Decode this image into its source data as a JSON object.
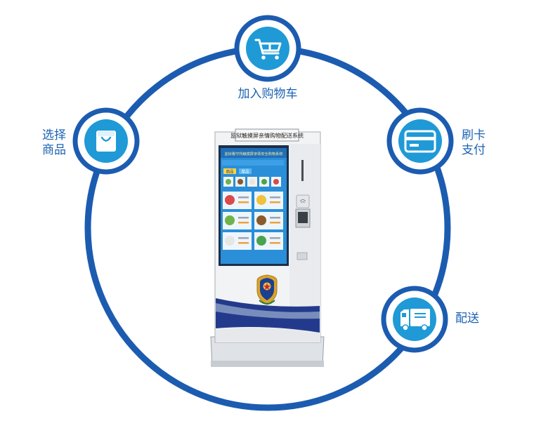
{
  "colors": {
    "ring": "#1c5cb0",
    "node_fill": "#1f9ad6",
    "label": "#1c63b3",
    "kiosk_body": "#f2f3f5",
    "kiosk_wave": "#233a8c",
    "screen_bg": "#2a8fd8"
  },
  "steps": {
    "select": {
      "line1": "选择",
      "line2": "商品",
      "icon": "shopping-bag-icon"
    },
    "cart": {
      "label": "加入购物车",
      "icon": "shopping-cart-icon"
    },
    "card": {
      "line1": "刷卡",
      "line2": "支付",
      "icon": "credit-card-icon"
    },
    "delivery": {
      "label": "配送",
      "icon": "delivery-truck-icon"
    }
  },
  "kiosk": {
    "header": "监狱触摸屏亲情购物配送系统",
    "screen_title": "监狱看守所触摸屏亲情安全购物系统",
    "tab_goods": "商品",
    "tab_fruit": "菜品"
  }
}
